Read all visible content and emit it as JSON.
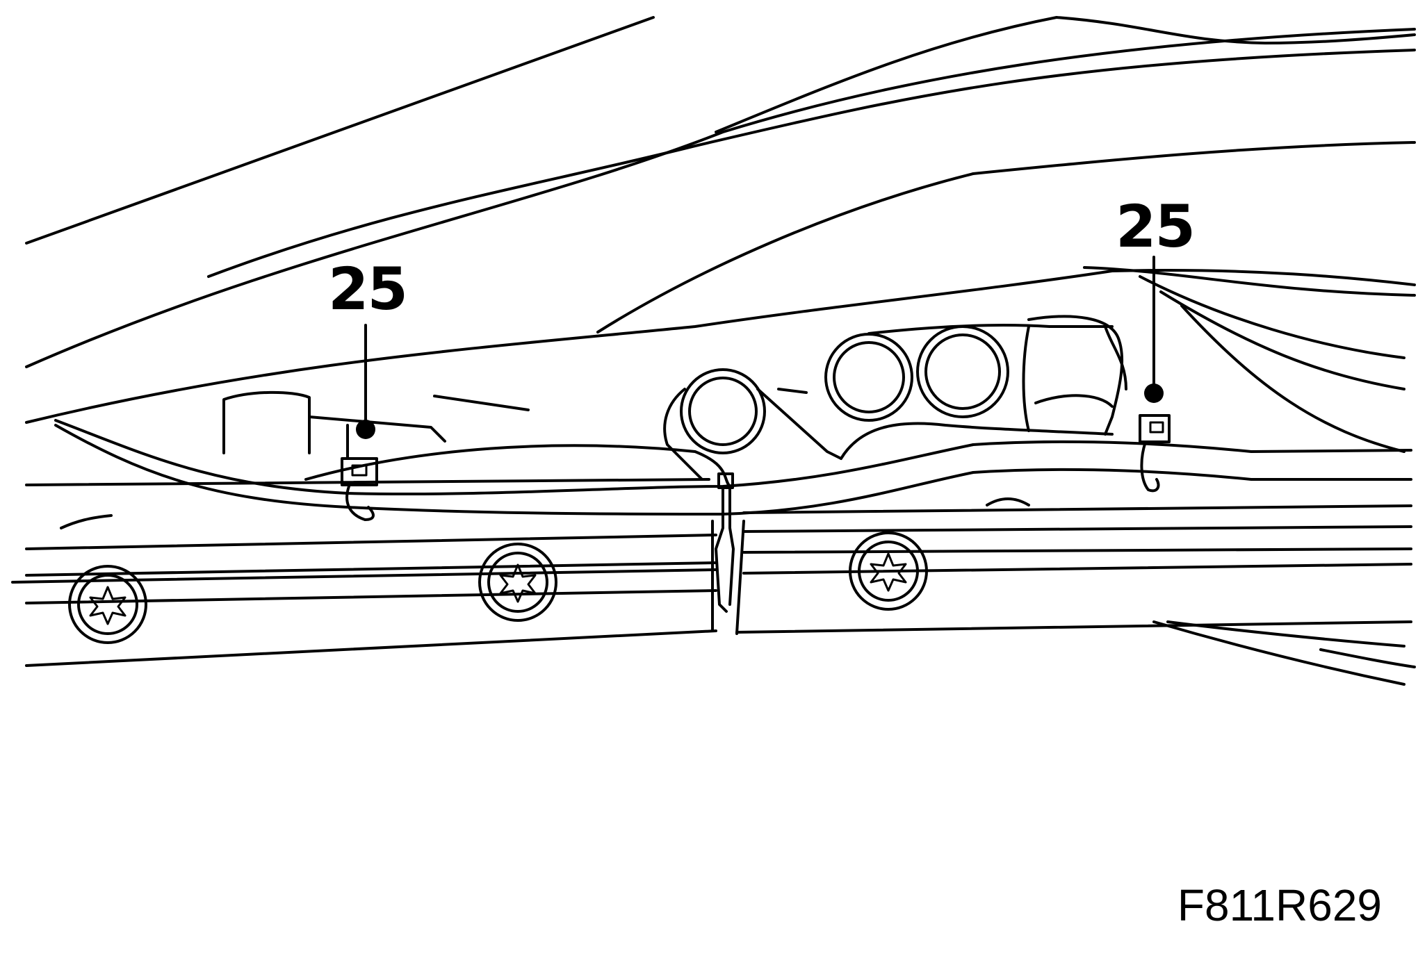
{
  "callouts": [
    {
      "label": "25"
    },
    {
      "label": "25"
    }
  ],
  "figure_code": "F811R629"
}
